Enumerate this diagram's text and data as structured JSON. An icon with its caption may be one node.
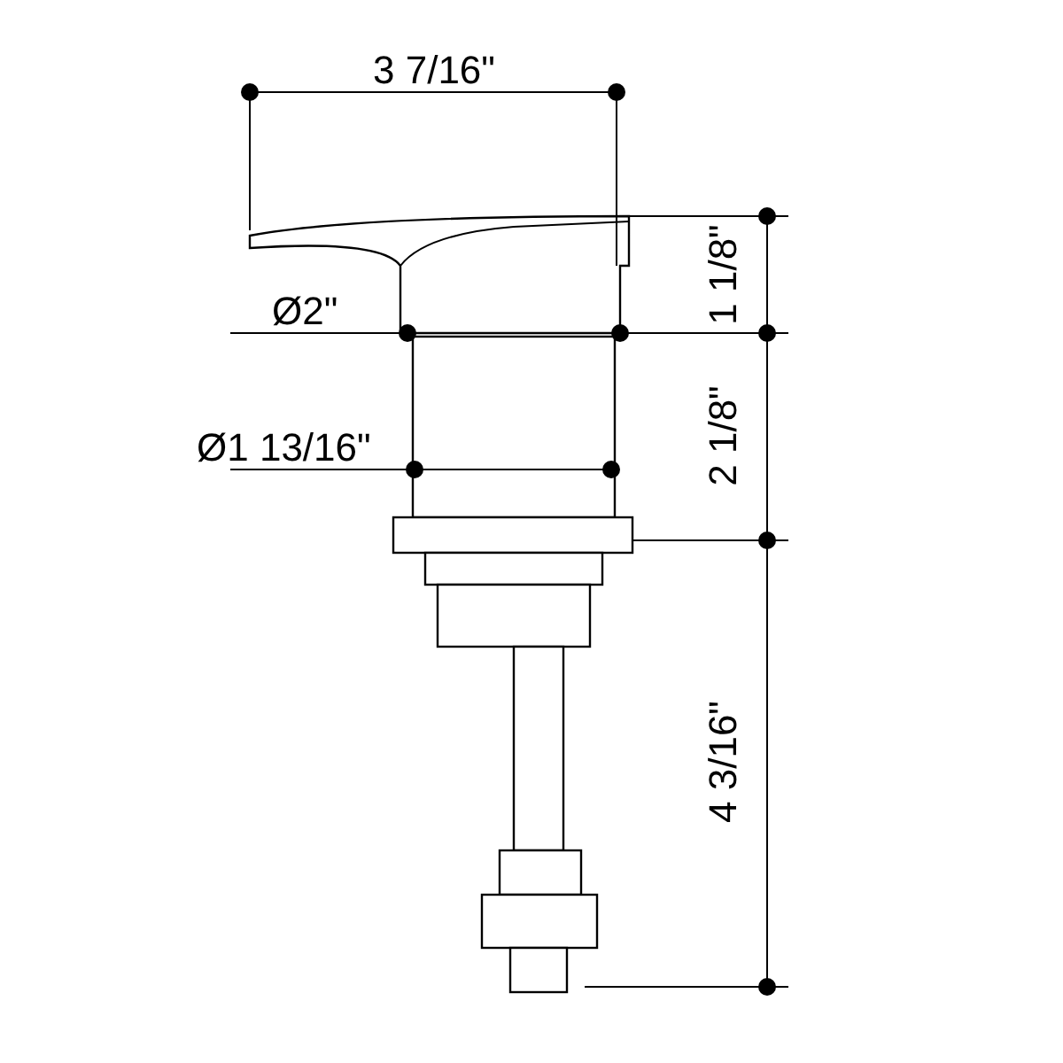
{
  "diagram": {
    "labels": [
      "3 7/16\"",
      "Ø2\"",
      "1 1/8\"",
      "Ø1 13/16\"",
      "2 1/8\"",
      "4 3/16\""
    ]
  }
}
